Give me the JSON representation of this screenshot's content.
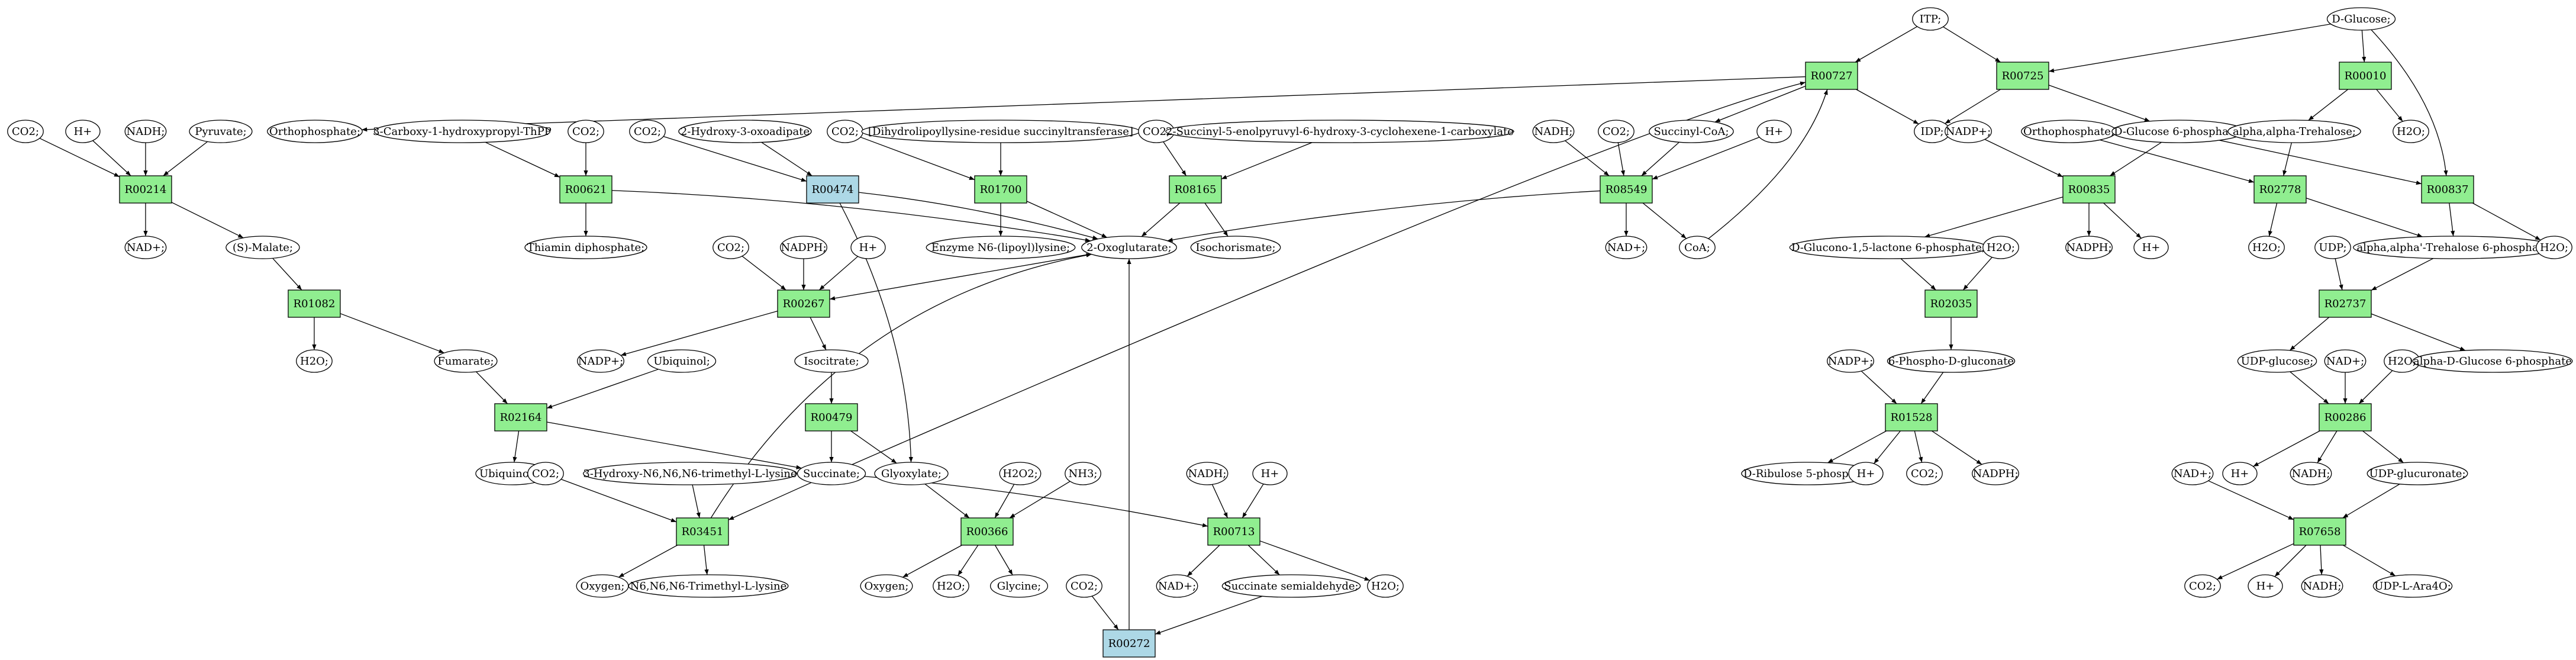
{
  "colors": {
    "reaction": "#90ee90",
    "reaction_alt": "#add8e6",
    "highlight_start": "#00ff00",
    "highlight_target": "#ffff00",
    "compound": "#ffffff"
  },
  "reactions": {
    "R00727": "R00727",
    "R00725": "R00725",
    "R00010": "R00010",
    "R00214": "R00214",
    "R00621": "R00621",
    "R00474": "R00474",
    "R01700": "R01700",
    "R08165": "R08165",
    "R08549": "R08549",
    "R00835": "R00835",
    "R02778": "R02778",
    "R00837": "R00837",
    "R01082": "R01082",
    "R00267": "R00267",
    "R02035": "R02035",
    "R02737": "R02737",
    "R02164": "R02164",
    "R00479": "R00479",
    "R01528": "R01528",
    "R00286": "R00286",
    "R03451": "R03451",
    "R00366": "R00366",
    "R00713": "R00713",
    "R07658": "R07658",
    "R00272": "R00272"
  },
  "compounds": {
    "itp": "ITP;",
    "d_glucose": "D-Glucose;",
    "co2_a": "CO2;",
    "h_a": "H+",
    "nadh_a": "NADH;",
    "pyruvate": "Pyruvate;",
    "orthophosphate_a": "Orthophosphate;",
    "carboxy_thpp": "3-Carboxy-1-hydroxypropyl-ThPP",
    "co2_b": "CO2;",
    "co2_c": "CO2;",
    "hydroxy_oxoadipate": "2-Hydroxy-3-oxoadipate",
    "co2_d": "CO2;",
    "dihydrolipoyllysine": "[Dihydrolipoyllysine-residue succinyltransferase]",
    "co2_e": "CO2;",
    "succinyl_enolpyruvyl": "2-Succinyl-5-enolpyruvyl-6-hydroxy-3-cyclohexene-1-carboxylate",
    "nadh_b": "NADH;",
    "co2_f": "CO2;",
    "succinyl_coa": "Succinyl-CoA;",
    "h_b": "H+",
    "idp": "IDP;",
    "nadp_a": "NADP+;",
    "orthophosphate_b": "Orthophosphate;",
    "g6p": "D-Glucose 6-phosphate;",
    "trehalose": "alpha,alpha-Trehalose;",
    "h2o_a": "H2O;",
    "nad_a": "NAD+;",
    "s_malate": "(S)-Malate;",
    "thiamin_dp": "Thiamin diphosphate;",
    "enzyme_lipoyllysine": "Enzyme N6-(lipoyl)lysine;",
    "oxoglutarate": "2-Oxoglutarate;",
    "isochorismate": "Isochorismate;",
    "nad_b": "NAD+;",
    "coa": "CoA;",
    "nadph_a": "NADPH;",
    "h_c": "H+",
    "h2o_b": "H2O;",
    "udp": "UDP;",
    "trehalose_6p": "alpha,alpha'-Trehalose 6-phosphate;",
    "h2o_c": "H2O;",
    "co2_g": "CO2;",
    "nadph_b": "NADPH;",
    "h_d": "H+",
    "glucono_lactone": "D-Glucono-1,5-lactone 6-phosphate;",
    "h2o_d": "H2O;",
    "h2o_e": "H2O;",
    "fumarate": "Fumarate;",
    "nadp_b": "NADP+;",
    "ubiquinol": "Ubiquinol;",
    "isocitrate": "Isocitrate;",
    "phosphogluconate": "6-Phospho-D-gluconate",
    "udp_glucose": "UDP-glucose;",
    "nad_c": "NAD+;",
    "h2o_f": "H2O;",
    "alpha_g6p": "alpha-D-Glucose 6-phosphate",
    "nadp_c": "NADP+;",
    "ubiquinone": "Ubiquinone;",
    "co2_h": "CO2;",
    "hydroxy_trimethyllysine": "3-Hydroxy-N6,N6,N6-trimethyl-L-lysine",
    "succinate": "Succinate;",
    "glyoxylate": "Glyoxylate;",
    "h2o2": "H2O2;",
    "nh3": "NH3;",
    "nadh_c": "NADH;",
    "h_e": "H+",
    "ribulose_5p": "D-Ribulose 5-phosphate",
    "h_f": "H+",
    "co2_i": "CO2;",
    "nadph_c": "NADPH;",
    "h_g": "H+",
    "nadh_d": "NADH;",
    "udp_glucuronate": "UDP-glucuronate;",
    "nad_d": "NAD+;",
    "oxygen_a": "Oxygen;",
    "trimethyllysine": "N6,N6,N6-Trimethyl-L-lysine",
    "oxygen_b": "Oxygen;",
    "h2o_g": "H2O;",
    "glycine": "Glycine;",
    "nad_e": "NAD+;",
    "succinate_semialdehyde": "Succinate semialdehyde;",
    "h2o_h": "H2O;",
    "co2_j": "CO2;",
    "co2_k": "CO2;",
    "h_h": "H+",
    "nadh_e": "NADH;",
    "udp_arabinose": "UDP-L-Ara4O;"
  }
}
